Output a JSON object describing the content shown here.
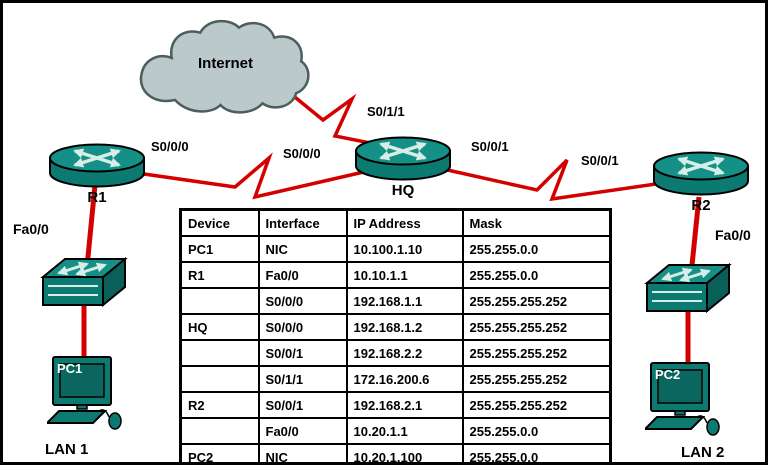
{
  "topology": {
    "internet": {
      "label": "Internet"
    },
    "routers": {
      "r1": {
        "label": "R1",
        "serial_if": "S0/0/0",
        "lan_if": "Fa0/0"
      },
      "hq": {
        "label": "HQ",
        "left_if": "S0/0/0",
        "top_if": "S0/1/1",
        "right_if": "S0/0/1"
      },
      "r2": {
        "label": "R2",
        "serial_if": "S0/0/1",
        "lan_if": "Fa0/0"
      }
    },
    "pcs": {
      "pc1": {
        "label": "PC1"
      },
      "pc2": {
        "label": "PC2"
      }
    },
    "lans": {
      "lan1": {
        "label": "LAN 1"
      },
      "lan2": {
        "label": "LAN 2"
      }
    }
  },
  "addressing_table": {
    "headers": [
      "Device",
      "Interface",
      "IP Address",
      "Mask"
    ],
    "rows": [
      {
        "device": "PC1",
        "interface": "NIC",
        "ip": "10.100.1.10",
        "mask": "255.255.0.0"
      },
      {
        "device": "R1",
        "interface": "Fa0/0",
        "ip": "10.10.1.1",
        "mask": "255.255.0.0"
      },
      {
        "device": "",
        "interface": "S0/0/0",
        "ip": "192.168.1.1",
        "mask": "255.255.255.252"
      },
      {
        "device": "HQ",
        "interface": "S0/0/0",
        "ip": "192.168.1.2",
        "mask": "255.255.255.252"
      },
      {
        "device": "",
        "interface": "S0/0/1",
        "ip": "192.168.2.2",
        "mask": "255.255.255.252"
      },
      {
        "device": "",
        "interface": "S0/1/1",
        "ip": "172.16.200.6",
        "mask": "255.255.255.252"
      },
      {
        "device": "R2",
        "interface": "S0/0/1",
        "ip": "192.168.2.1",
        "mask": "255.255.255.252"
      },
      {
        "device": "",
        "interface": "Fa0/0",
        "ip": "10.20.1.1",
        "mask": "255.255.0.0"
      },
      {
        "device": "PC2",
        "interface": "NIC",
        "ip": "10.20.1.100",
        "mask": "255.255.0.0"
      }
    ]
  },
  "colors": {
    "device_teal": "#0D7A72",
    "device_teal_light": "#159086",
    "device_teal_dark": "#0A5F59",
    "link_red": "#D40000",
    "cloud_gray": "#BCC9CB"
  }
}
